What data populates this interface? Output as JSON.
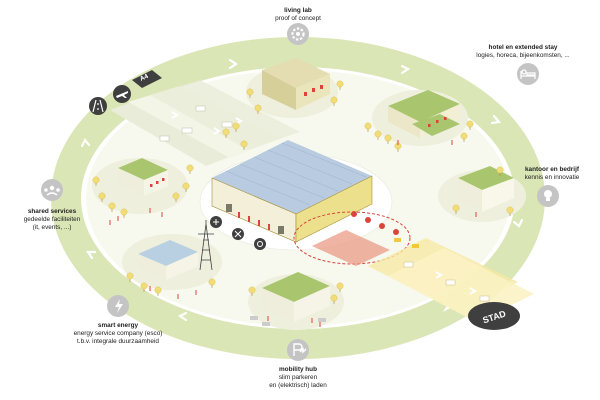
{
  "nodes": {
    "living_lab": {
      "title": "living lab",
      "subtitle": "proof of concept",
      "icon": "gear-icon"
    },
    "hotel": {
      "title": "hotel en extended stay",
      "subtitle": "logies, horeca, bijeenkomsten, ...",
      "icon": "bed-icon"
    },
    "kantoor": {
      "title": "kantoor en bedrijf",
      "subtitle": "kennis en innovatie",
      "icon": "lightbulb-icon"
    },
    "shared": {
      "title": "shared services",
      "line1": "gedeelde faciliteiten",
      "line2": "(it, events, ...)",
      "icon": "group-icon"
    },
    "energy": {
      "title": "smart energy",
      "line1": "energy service company (esco)",
      "line2": "t.b.v. integrale duurzaamheid",
      "icon": "lightning-icon"
    },
    "mobility": {
      "title": "mobility hub",
      "line1": "slim parkeren",
      "line2": "en (elektrisch) laden",
      "icon": "parking-charge-icon"
    }
  },
  "signs": {
    "road_sign": "A4",
    "city_sign": "STAD"
  },
  "colors": {
    "ring_green": "#d3e2a9",
    "roof_green": "#a9c66f",
    "tree_yellow": "#f1dc78",
    "warehouse_yellow": "#ece08c",
    "highlight_red": "#d9453a",
    "icon_grey": "#c4c4c4",
    "dark_sign": "#3f3f3f"
  }
}
